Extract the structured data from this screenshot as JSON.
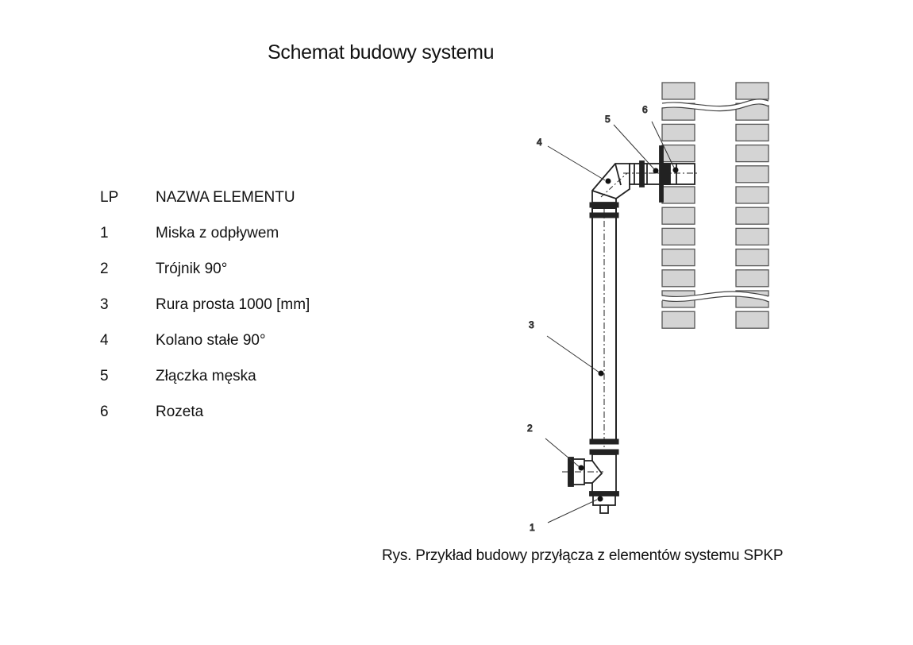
{
  "title": "Schemat budowy systemu",
  "legend": {
    "header": {
      "lp": "LP",
      "name": "NAZWA ELEMENTU"
    },
    "items": [
      {
        "lp": "1",
        "name": "Miska z odpływem"
      },
      {
        "lp": "2",
        "name": "Trójnik 90°"
      },
      {
        "lp": "3",
        "name": "Rura prosta 1000 [mm]"
      },
      {
        "lp": "4",
        "name": "Kolano stałe 90°"
      },
      {
        "lp": "5",
        "name": "Złączka męska"
      },
      {
        "lp": "6",
        "name": "Rozeta"
      }
    ]
  },
  "diagram": {
    "callouts": [
      "1",
      "2",
      "3",
      "4",
      "5",
      "6"
    ],
    "colors": {
      "brick_fill": "#d4d4d4",
      "brick_stroke": "#555555",
      "line": "#222222"
    }
  },
  "caption": "Rys. Przykład budowy przyłącza z elementów systemu SPKP"
}
